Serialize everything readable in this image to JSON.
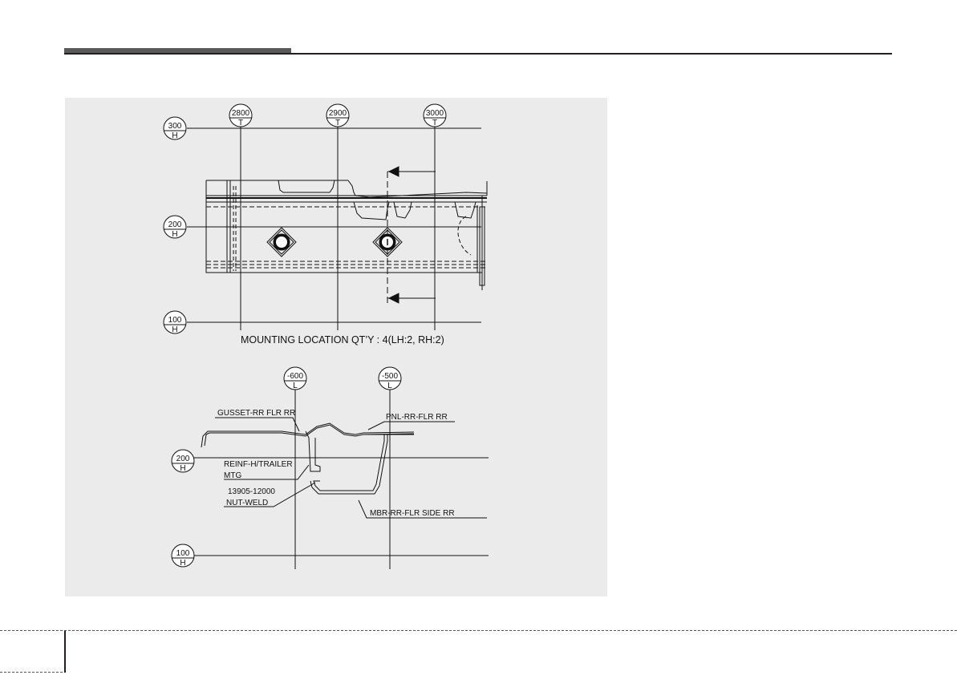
{
  "upper_view": {
    "grid_top_labels": [
      {
        "num": "2800",
        "axis": "T"
      },
      {
        "num": "2900",
        "axis": "T"
      },
      {
        "num": "3000",
        "axis": "T"
      }
    ],
    "grid_side_labels": [
      {
        "num": "300",
        "axis": "H"
      },
      {
        "num": "200",
        "axis": "H"
      },
      {
        "num": "100",
        "axis": "H"
      }
    ],
    "caption": "MOUNTING LOCATION QT’Y : 4(LH:2, RH:2)"
  },
  "lower_view": {
    "grid_top_labels": [
      {
        "num": "-600",
        "axis": "L"
      },
      {
        "num": "-500",
        "axis": "L"
      }
    ],
    "grid_side_labels": [
      {
        "num": "200",
        "axis": "H"
      },
      {
        "num": "100",
        "axis": "H"
      }
    ],
    "part_labels": {
      "gusset": "GUSSET-RR FLR RR",
      "panel": "PNL-RR-FLR RR",
      "reinf_line1": "REINF-H/TRAILER",
      "reinf_line2": "MTG",
      "nut_line1": "13905-12000",
      "nut_line2": "NUT-WELD",
      "member": "MBR-RR-FLR SIDE RR"
    }
  }
}
